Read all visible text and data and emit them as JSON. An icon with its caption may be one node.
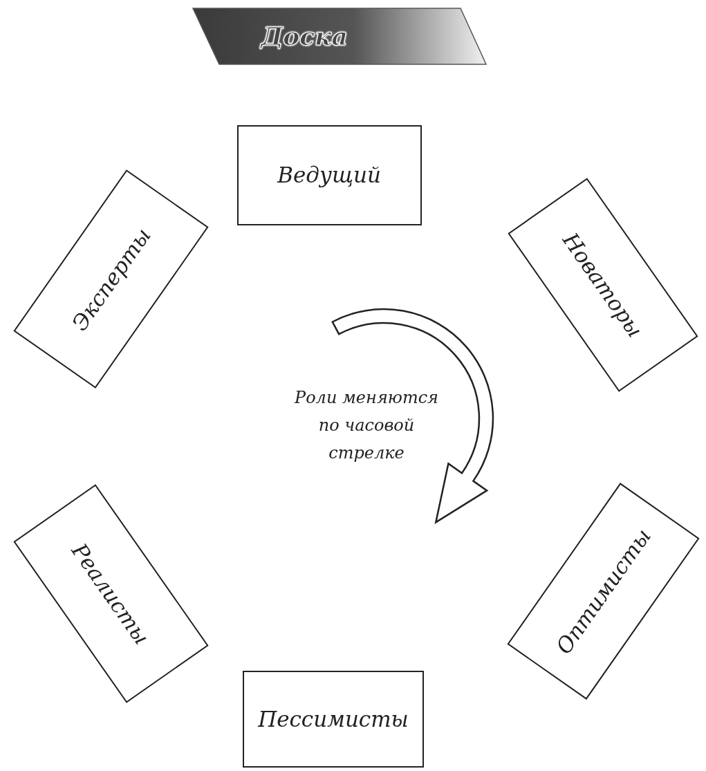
{
  "diagram": {
    "title": "Доска",
    "nodes": [
      {
        "text": [
          "Ведущий"
        ]
      },
      {
        "text": [
          "Новаторы"
        ]
      },
      {
        "text": [
          "Оптимисты"
        ]
      },
      {
        "text": [
          "Пессимисты"
        ]
      },
      {
        "text": [
          "Реалисты"
        ]
      },
      {
        "text": [
          "Эксперты"
        ]
      }
    ],
    "labels": [
      "Роли меняются по часовой стрелке"
    ]
  }
}
